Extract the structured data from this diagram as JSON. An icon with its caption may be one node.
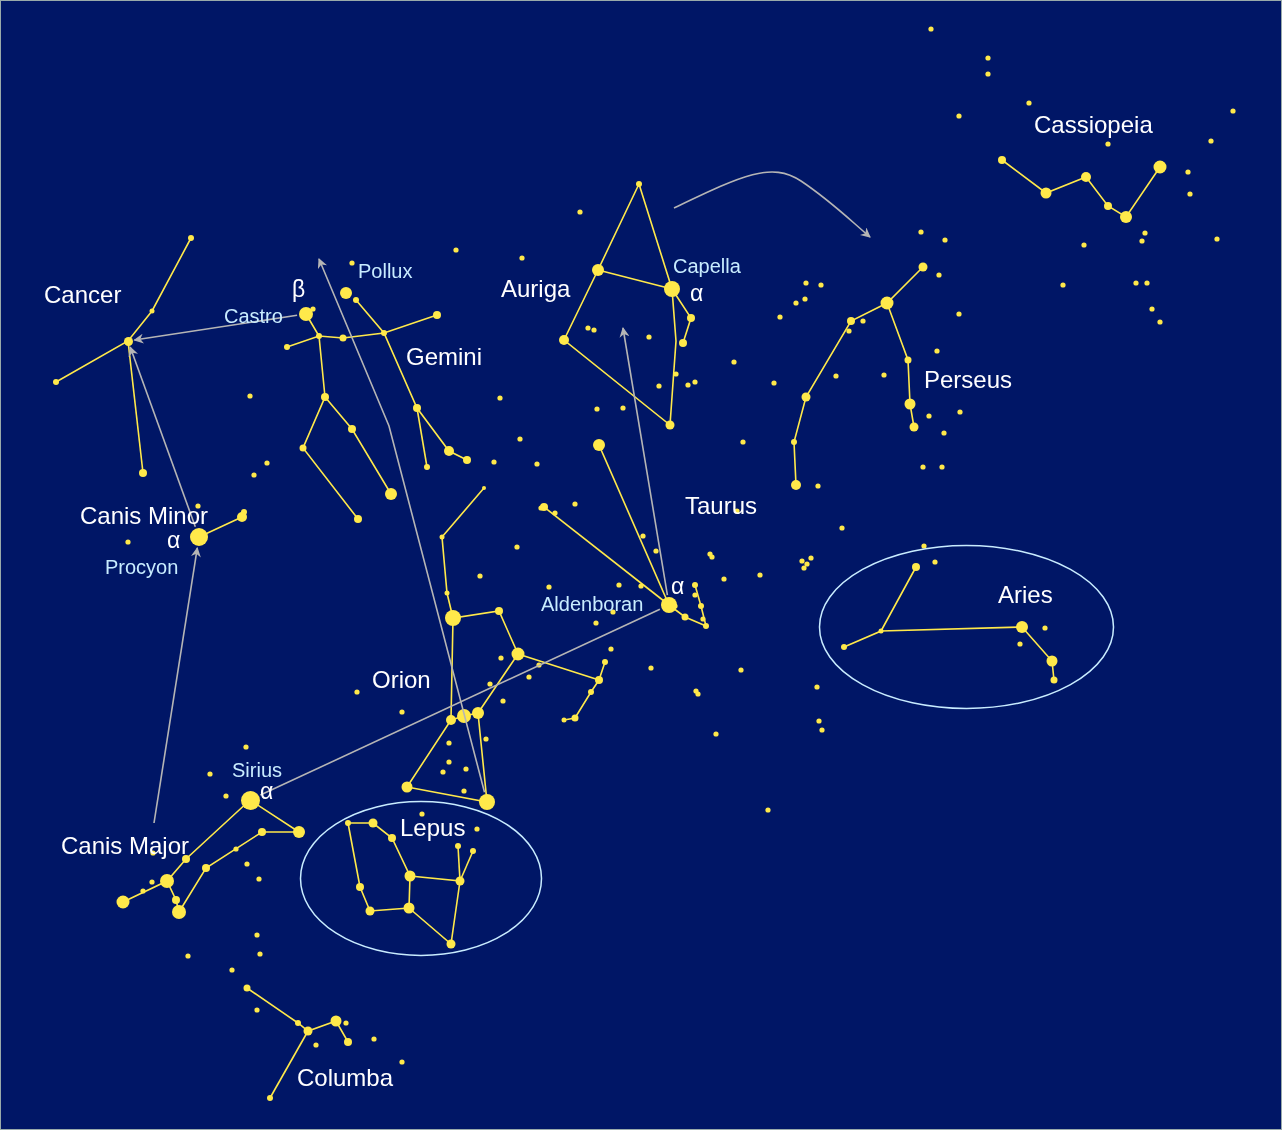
{
  "diagram": {
    "nodes": [
      {
        "text": [],
        "shape": "circle"
      },
      {
        "text": [],
        "shape": "circle"
      },
      {
        "text": [],
        "shape": "circle"
      },
      {
        "text": [],
        "shape": "circle"
      },
      {
        "text": [
          "Aries"
        ]
      },
      {
        "text": [],
        "shape": "circle"
      },
      {
        "text": [],
        "shape": "circle"
      },
      {
        "text": [
          "Lepus"
        ]
      }
    ],
    "edges": [
      {
        "from": 0,
        "to": 1,
        "arrow": "to"
      },
      {
        "from": 2,
        "to": 1,
        "arrow": "to"
      },
      {
        "from": null,
        "to": 2,
        "arrow": "to"
      },
      {
        "from": 6,
        "to": null,
        "arrow": "to"
      },
      {
        "from": 3,
        "to": null,
        "arrow": "to"
      },
      {
        "from": 5,
        "to": 3,
        "arrow": "none"
      }
    ],
    "labels": [
      "Cassiopeia",
      "Capella",
      "Pollux",
      "β",
      "Auriga",
      "α",
      "Cancer",
      "Castro",
      "Gemini",
      "Perseus",
      "Taurus",
      "Canis Minor",
      "α",
      "Procyon",
      "α",
      "Aldenboran",
      "Orion",
      "Sirius",
      "α",
      "Canis Major",
      "Columba"
    ]
  }
}
